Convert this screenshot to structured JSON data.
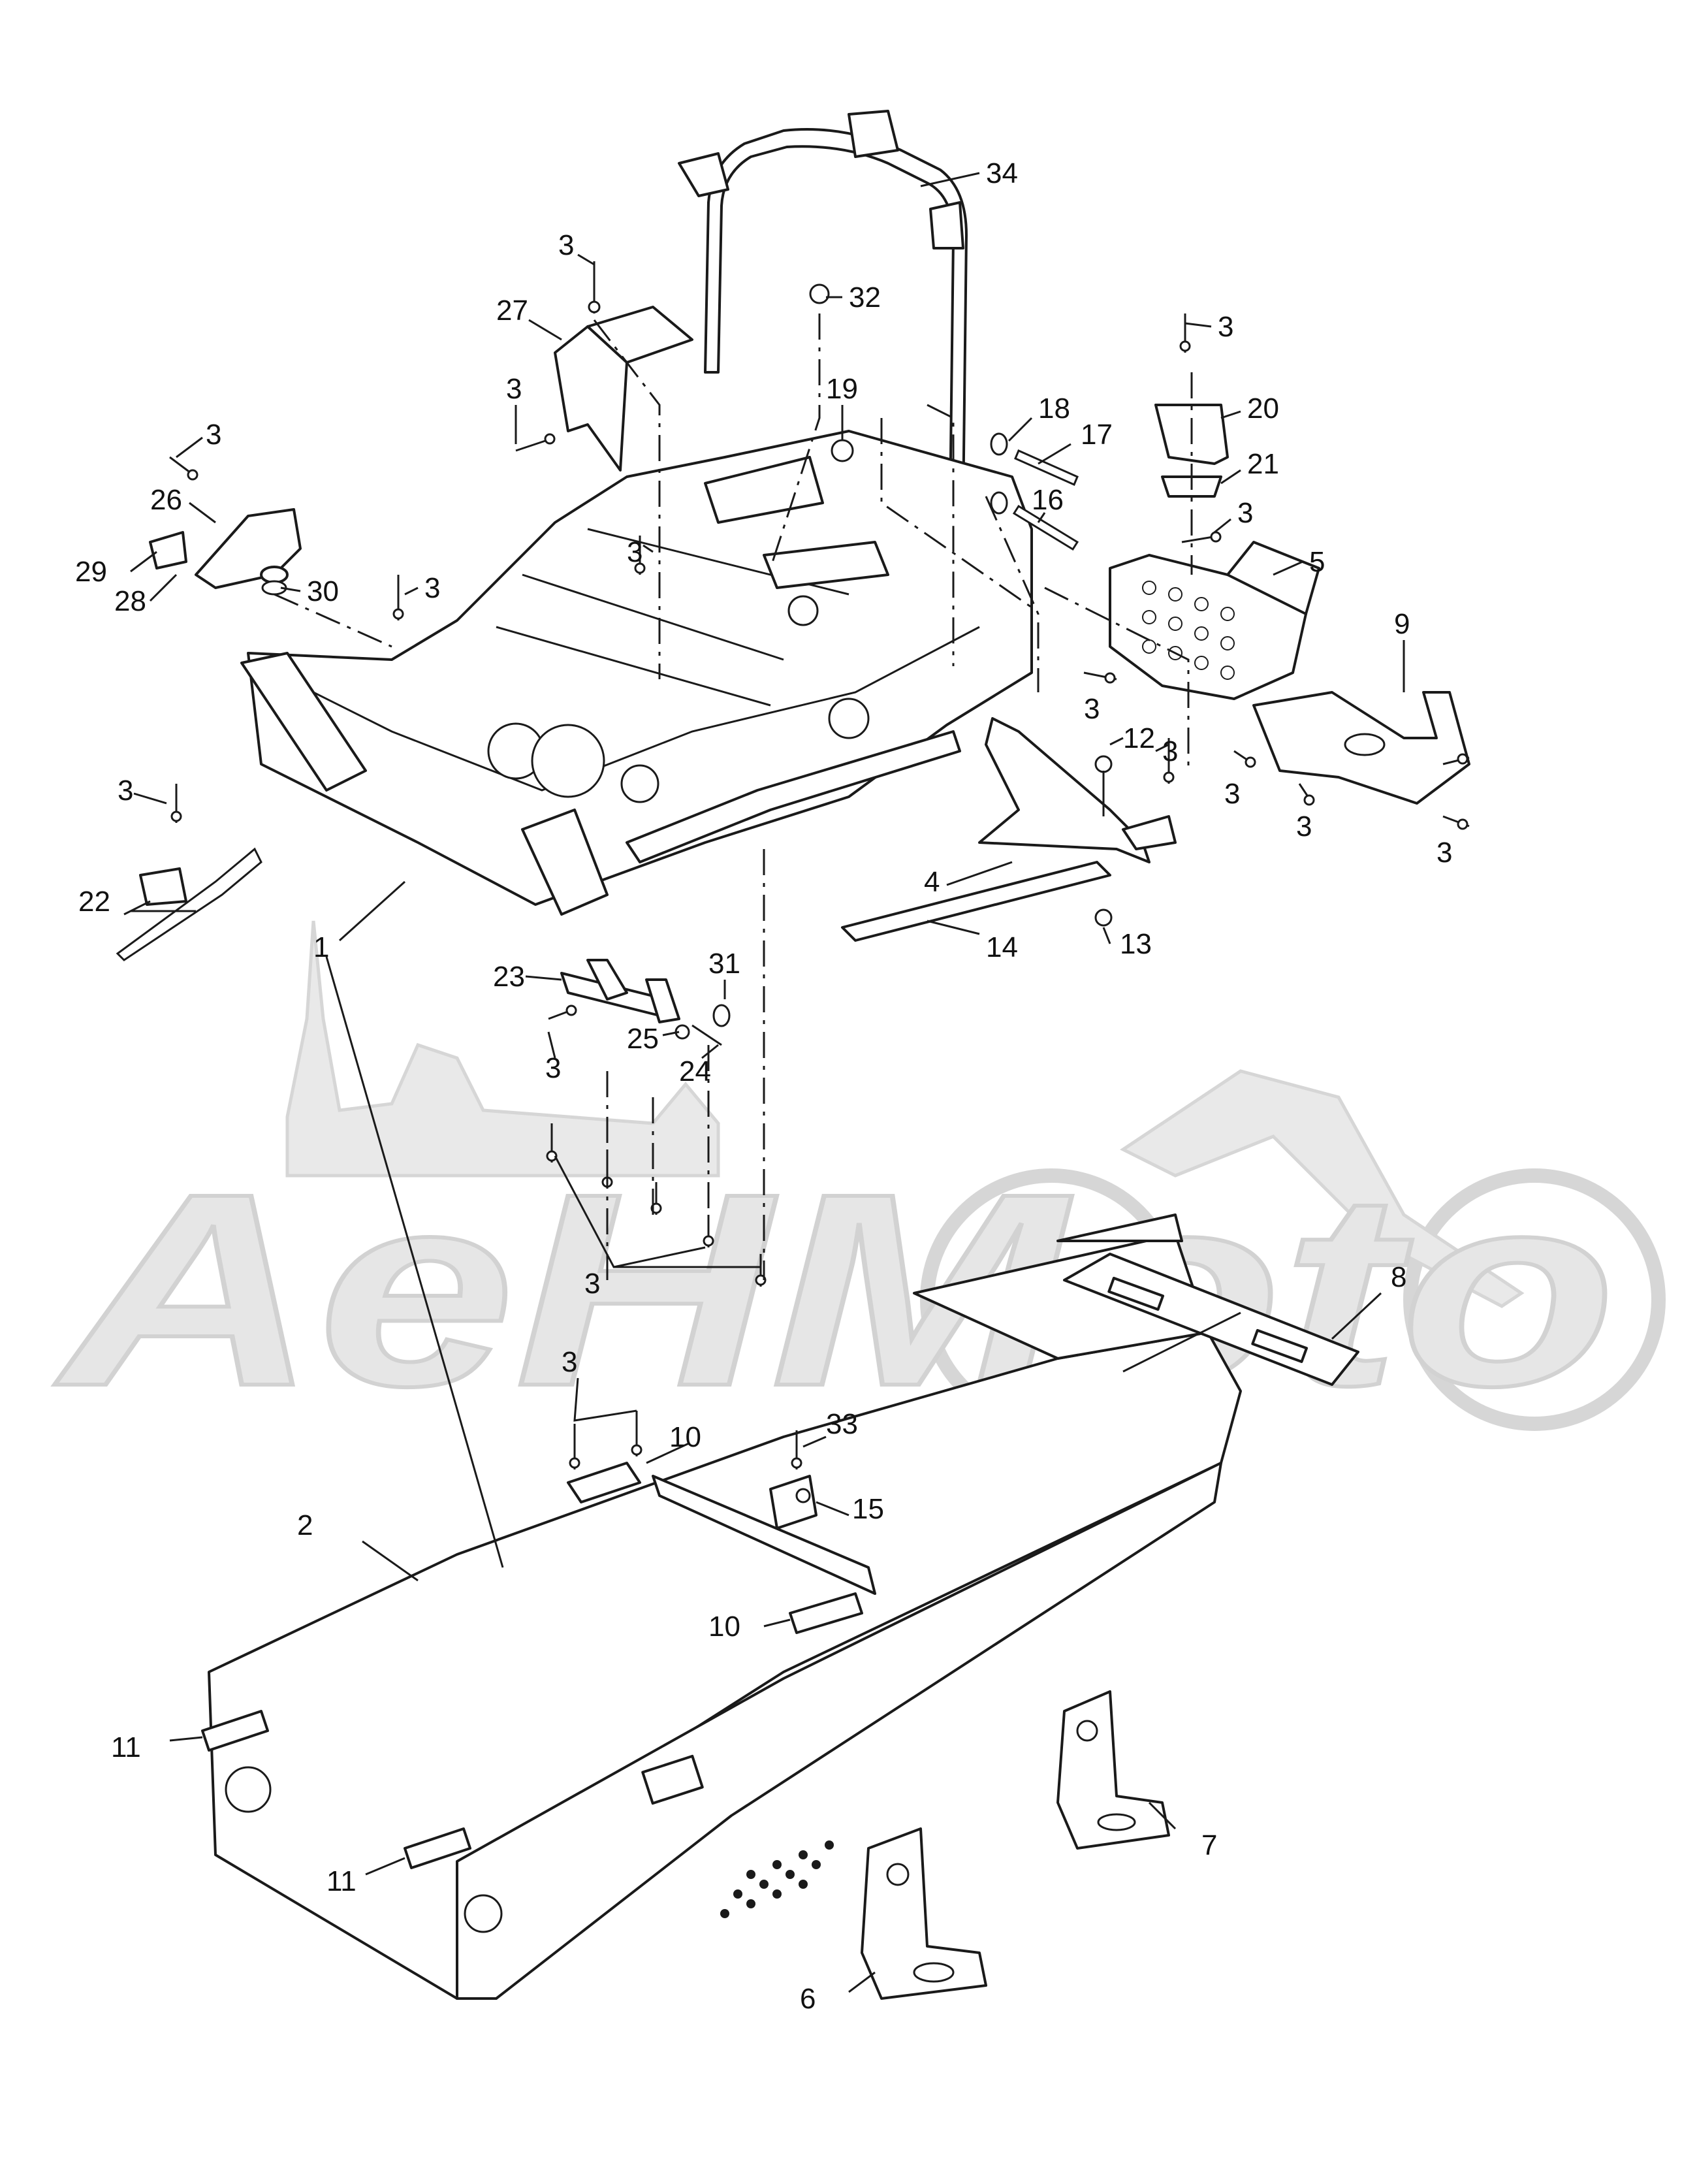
{
  "watermark": {
    "text": "AeHMoto",
    "color": "#e6e6e6"
  },
  "callouts": [
    {
      "id": "c34",
      "label": "34"
    },
    {
      "id": "c3a",
      "label": "3"
    },
    {
      "id": "c32",
      "label": "32"
    },
    {
      "id": "c27",
      "label": "27"
    },
    {
      "id": "c3b",
      "label": "3"
    },
    {
      "id": "c19",
      "label": "19"
    },
    {
      "id": "c18",
      "label": "18"
    },
    {
      "id": "c17",
      "label": "17"
    },
    {
      "id": "c16",
      "label": "16"
    },
    {
      "id": "c3c",
      "label": "3"
    },
    {
      "id": "c20",
      "label": "20"
    },
    {
      "id": "c21",
      "label": "21"
    },
    {
      "id": "c3d",
      "label": "3"
    },
    {
      "id": "c5",
      "label": "5"
    },
    {
      "id": "c9",
      "label": "9"
    },
    {
      "id": "c3e",
      "label": "3"
    },
    {
      "id": "c26",
      "label": "26"
    },
    {
      "id": "c29",
      "label": "29"
    },
    {
      "id": "c28",
      "label": "28"
    },
    {
      "id": "c30",
      "label": "30"
    },
    {
      "id": "c3f",
      "label": "3"
    },
    {
      "id": "c3g",
      "label": "3"
    },
    {
      "id": "c3h",
      "label": "3"
    },
    {
      "id": "c12",
      "label": "12"
    },
    {
      "id": "c3i",
      "label": "3"
    },
    {
      "id": "c3j",
      "label": "3"
    },
    {
      "id": "c3k",
      "label": "3"
    },
    {
      "id": "c3l",
      "label": "3"
    },
    {
      "id": "c3m",
      "label": "3"
    },
    {
      "id": "c22",
      "label": "22"
    },
    {
      "id": "c1",
      "label": "1"
    },
    {
      "id": "c4",
      "label": "4"
    },
    {
      "id": "c14",
      "label": "14"
    },
    {
      "id": "c13",
      "label": "13"
    },
    {
      "id": "c31",
      "label": "31"
    },
    {
      "id": "c23",
      "label": "23"
    },
    {
      "id": "c25",
      "label": "25"
    },
    {
      "id": "c24",
      "label": "24"
    },
    {
      "id": "c3n",
      "label": "3"
    },
    {
      "id": "c3o",
      "label": "3"
    },
    {
      "id": "c8",
      "label": "8"
    },
    {
      "id": "c3p",
      "label": "3"
    },
    {
      "id": "c33",
      "label": "33"
    },
    {
      "id": "c10a",
      "label": "10"
    },
    {
      "id": "c15",
      "label": "15"
    },
    {
      "id": "c2",
      "label": "2"
    },
    {
      "id": "c10b",
      "label": "10"
    },
    {
      "id": "c11a",
      "label": "11"
    },
    {
      "id": "c11b",
      "label": "11"
    },
    {
      "id": "c7",
      "label": "7"
    },
    {
      "id": "c6",
      "label": "6"
    }
  ]
}
